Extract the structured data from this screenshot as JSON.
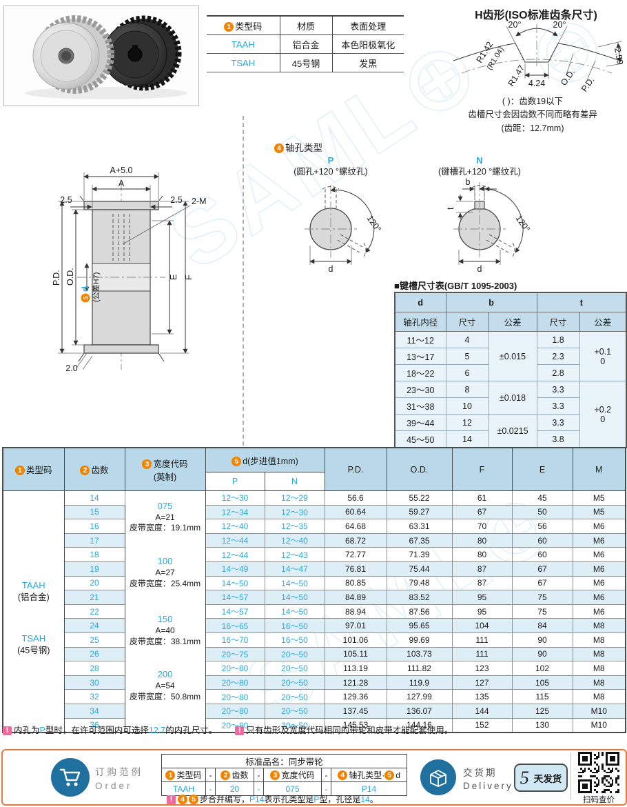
{
  "watermark_text": "SAML⊕",
  "material_table": {
    "h1_num": "1",
    "h1": "类型码",
    "h2": "材质",
    "h3": "表面处理",
    "rows": [
      [
        "TAAH",
        "铝合金",
        "本色阳极氧化"
      ],
      [
        "TSAH",
        "45号钢",
        "发黑"
      ]
    ]
  },
  "tooth_profile": {
    "title": "H齿形(ISO标准齿条尺寸)",
    "angle_left": "20°",
    "angle_right": "20°",
    "r_top": "R1.42",
    "r_top2": "(R1.04)",
    "r_bottom": "R1.47",
    "groove_width": "4.24",
    "od": "O.D.",
    "pd": "P.D.",
    "depth": "2.59",
    "notes": [
      "( )：齿数19以下",
      "齿槽尺寸会因齿数不同而略有差异",
      "(齿距：12.7mm)"
    ]
  },
  "drawing": {
    "dim_a5": "A+5.0",
    "dim_a": "A",
    "dim_left": "2.5",
    "dim_right": "2.5",
    "dim_m": "2-M",
    "dim_pd": "P.D.",
    "dim_od": "O.D.",
    "dim_d_num": "5",
    "dim_d": "d",
    "dim_d_tol": "(公差H7)",
    "dim_e": "E",
    "dim_f": "F",
    "dim_flange": "2.0"
  },
  "shaft_holes": {
    "num": "4",
    "title": "轴孔类型",
    "p": {
      "code": "P",
      "desc": "(圆孔+120 °螺纹孔)",
      "angle": "120°",
      "dim_d": "d"
    },
    "n": {
      "code": "N",
      "desc": "(键槽孔+120 °螺纹孔)",
      "angle": "120°",
      "dim_d": "d",
      "dim_b": "b",
      "dim_t": "t"
    }
  },
  "keyway_table": {
    "title": "■键槽尺寸表(GB/T 1095-2003)",
    "col_d": "d",
    "col_d_sub": "轴孔内径",
    "col_b": "b",
    "col_t": "t",
    "col_size": "尺寸",
    "col_tol": "公差",
    "rows": [
      {
        "d": "11～12",
        "b": "4",
        "t": "1.8"
      },
      {
        "d": "13～17",
        "b": "5",
        "t": "2.3"
      },
      {
        "d": "18～22",
        "b": "6",
        "t": "2.8"
      },
      {
        "d": "23～30",
        "b": "8",
        "t": "3.3"
      },
      {
        "d": "31～38",
        "b": "10",
        "t": "3.3"
      },
      {
        "d": "39～44",
        "b": "12",
        "t": "3.3"
      },
      {
        "d": "45～50",
        "b": "14",
        "t": "3.8"
      }
    ],
    "b_tolerances": [
      {
        "text": "±0.015",
        "span": 3,
        "start": 0
      },
      {
        "text": "±0.018",
        "span": 2,
        "start": 3
      },
      {
        "text": "±0.0215",
        "span": 2,
        "start": 5
      }
    ],
    "t_tolerances": [
      {
        "lines": [
          "+0.1",
          "0"
        ],
        "span": 3,
        "start": 0
      },
      {
        "lines": [
          "+0.2",
          "0"
        ],
        "span": 4,
        "start": 3
      }
    ]
  },
  "main_table": {
    "h_type_num": "1",
    "h_type": "类型码",
    "h_teeth_num": "2",
    "h_teeth": "齿数",
    "h_width_num": "3",
    "h_width": "宽度代码",
    "h_width_sub": "(英制)",
    "h_d_num": "5",
    "h_d": "d(步进值1mm)",
    "h_p": "P",
    "h_n": "N",
    "h_pd": "P.D.",
    "h_od": "O.D.",
    "h_f": "F",
    "h_e": "E",
    "h_m": "M",
    "type_blocks": [
      {
        "code": "TAAH",
        "material": "(铝合金)"
      },
      {
        "code": "TSAH",
        "material": "(45号钢)"
      }
    ],
    "width_blocks": [
      {
        "code": "075",
        "a": "A=21",
        "belt": "皮带宽度：19.1mm"
      },
      {
        "code": "100",
        "a": "A=27",
        "belt": "皮带宽度：25.4mm"
      },
      {
        "code": "150",
        "a": "A=40",
        "belt": "皮带宽度：38.1mm"
      },
      {
        "code": "200",
        "a": "A=54",
        "belt": "皮带宽度：50.8mm"
      }
    ],
    "rows": [
      {
        "teeth": "14",
        "p": "12～30",
        "n": "12～29",
        "pd": "56.6",
        "od": "55.22",
        "f": "61",
        "e": "45",
        "m": "M5"
      },
      {
        "teeth": "15",
        "p": "12～34",
        "n": "12～30",
        "pd": "60.64",
        "od": "59.27",
        "f": "67",
        "e": "50",
        "m": "M5"
      },
      {
        "teeth": "16",
        "p": "12～40",
        "n": "12～35",
        "pd": "64.68",
        "od": "63.31",
        "f": "70",
        "e": "56",
        "m": "M6"
      },
      {
        "teeth": "17",
        "p": "12～44",
        "n": "12～40",
        "pd": "68.72",
        "od": "67.35",
        "f": "80",
        "e": "60",
        "m": "M6"
      },
      {
        "teeth": "18",
        "p": "12～44",
        "n": "12～43",
        "pd": "72.77",
        "od": "71.39",
        "f": "80",
        "e": "60",
        "m": "M6"
      },
      {
        "teeth": "19",
        "p": "14～49",
        "n": "14～47",
        "pd": "76.81",
        "od": "75.44",
        "f": "87",
        "e": "67",
        "m": "M6"
      },
      {
        "teeth": "20",
        "p": "14～50",
        "n": "14～50",
        "pd": "80.85",
        "od": "79.48",
        "f": "87",
        "e": "67",
        "m": "M6"
      },
      {
        "teeth": "21",
        "p": "14～57",
        "n": "14～50",
        "pd": "84.89",
        "od": "83.52",
        "f": "95",
        "e": "75",
        "m": "M6"
      },
      {
        "teeth": "22",
        "p": "14～57",
        "n": "14～50",
        "pd": "88.94",
        "od": "87.56",
        "f": "95",
        "e": "75",
        "m": "M6"
      },
      {
        "teeth": "24",
        "p": "16～65",
        "n": "16～50",
        "pd": "97.01",
        "od": "95.65",
        "f": "104",
        "e": "84",
        "m": "M8"
      },
      {
        "teeth": "25",
        "p": "16～70",
        "n": "16～50",
        "pd": "101.06",
        "od": "99.69",
        "f": "111",
        "e": "90",
        "m": "M8"
      },
      {
        "teeth": "26",
        "p": "20～75",
        "n": "20～50",
        "pd": "105.11",
        "od": "103.73",
        "f": "111",
        "e": "90",
        "m": "M8"
      },
      {
        "teeth": "28",
        "p": "20～80",
        "n": "20～50",
        "pd": "113.19",
        "od": "111.82",
        "f": "123",
        "e": "102",
        "m": "M8"
      },
      {
        "teeth": "30",
        "p": "20～80",
        "n": "20～50",
        "pd": "121.28",
        "od": "119.9",
        "f": "127",
        "e": "105",
        "m": "M8"
      },
      {
        "teeth": "32",
        "p": "20～80",
        "n": "20～50",
        "pd": "129.36",
        "od": "127.99",
        "f": "135",
        "e": "115",
        "m": "M8"
      },
      {
        "teeth": "34",
        "p": "20～80",
        "n": "20～50",
        "pd": "137.45",
        "od": "136.07",
        "f": "144",
        "e": "125",
        "m": "M10"
      },
      {
        "teeth": "36",
        "p": "20～80",
        "n": "20～50",
        "pd": "145.53",
        "od": "144.16",
        "f": "152",
        "e": "130",
        "m": "M10"
      }
    ]
  },
  "footnotes": [
    {
      "segments": [
        {
          "c": "bang",
          "t": "!"
        },
        {
          "t": "内孔为"
        },
        {
          "c": "blue",
          "t": "P"
        },
        {
          "t": "型时，在许可范围内可选择"
        },
        {
          "c": "blue",
          "t": "12.7"
        },
        {
          "t": "的内孔尺寸。"
        }
      ]
    },
    {
      "segments": [
        {
          "c": "bang",
          "t": "!"
        },
        {
          "t": "只有齿形及宽度代码相同的带轮和皮带才能配套使用。"
        }
      ]
    }
  ],
  "order": {
    "icon_title": "订购范例",
    "icon_subtitle": "Order",
    "table_title": "标准品名：同步带轮",
    "header": [
      [
        {
          "c": "num",
          "t": "1"
        },
        {
          "t": "类型码"
        }
      ],
      [
        {
          "t": "-"
        }
      ],
      [
        {
          "c": "num",
          "t": "2"
        },
        {
          "t": "齿数"
        }
      ],
      [
        {
          "t": "-"
        }
      ],
      [
        {
          "c": "num",
          "t": "3"
        },
        {
          "t": "宽度代码"
        }
      ],
      [
        {
          "t": "-"
        }
      ],
      [
        {
          "c": "num",
          "t": "4"
        },
        {
          "t": "轴孔类型·"
        },
        {
          "c": "num",
          "t": "5"
        },
        {
          "t": "d"
        }
      ]
    ],
    "values": [
      [
        {
          "c": "blue",
          "t": "TAAH"
        }
      ],
      [
        {
          "c": "blue",
          "t": "-"
        }
      ],
      [
        {
          "c": "blue",
          "t": "20"
        }
      ],
      [
        {
          "c": "blue",
          "t": "-"
        }
      ],
      [
        {
          "c": "blue",
          "t": "075"
        }
      ],
      [
        {
          "c": "blue",
          "t": "-"
        }
      ],
      [
        {
          "c": "blue",
          "t": "P14"
        }
      ]
    ],
    "note": [
      {
        "c": "bang",
        "t": "!"
      },
      {
        "c": "num",
        "t": "4"
      },
      {
        "c": "num",
        "t": "5"
      },
      {
        "t": "步合并编写，"
      },
      {
        "c": "blue",
        "t": "P14"
      },
      {
        "t": "表示孔类型是"
      },
      {
        "c": "blue",
        "t": "P"
      },
      {
        "t": "型，孔径是"
      },
      {
        "c": "blue",
        "t": "14"
      },
      {
        "t": "。"
      }
    ]
  },
  "delivery": {
    "title": "交货期",
    "subtitle": "Delivery",
    "days": "5",
    "days_unit": "天发货",
    "qr_label": "扫码查价"
  }
}
